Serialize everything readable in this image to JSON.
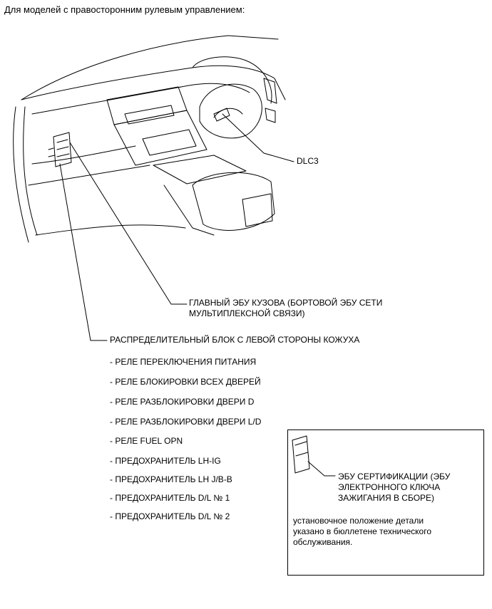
{
  "heading": "Для моделей с правосторонним рулевым управлением:",
  "labels": {
    "dlc3": "DLC3",
    "main_body_ecu_line1": "ГЛАВНЫЙ ЭБУ КУЗОВА (БОРТОВОЙ ЭБУ СЕТИ",
    "main_body_ecu_line2": "МУЛЬТИПЛЕКСНОЙ СВЯЗИ)",
    "junction_block": "РАСПРЕДЕЛИТЕЛЬНЫЙ БЛОК С ЛЕВОЙ СТОРОНЫ КОЖУХА"
  },
  "junction_items": [
    "- РЕЛЕ ПЕРЕКЛЮЧЕНИЯ ПИТАНИЯ",
    "- РЕЛЕ БЛОКИРОВКИ ВСЕХ ДВЕРЕЙ",
    "- РЕЛЕ РАЗБЛОКИРОВКИ ДВЕРИ D",
    "- РЕЛЕ РАЗБЛОКИРОВКИ ДВЕРИ L/D",
    "- РЕЛЕ FUEL OPN",
    "- ПРЕДОХРАНИТЕЛЬ LH-IG",
    "- ПРЕДОХРАНИТЕЛЬ LH J/B-B",
    "- ПРЕДОХРАНИТЕЛЬ D/L № 1",
    "- ПРЕДОХРАНИТЕЛЬ D/L № 2"
  ],
  "inset": {
    "title_line1": "ЭБУ СЕРТИФИКАЦИИ (ЭБУ",
    "title_line2": "ЭЛЕКТРОННОГО КЛЮЧА",
    "title_line3": "ЗАЖИГАНИЯ В СБОРЕ)",
    "note_line1": "установочное положение детали",
    "note_line2": "указано в бюллетене технического",
    "note_line3": "обслуживания."
  }
}
